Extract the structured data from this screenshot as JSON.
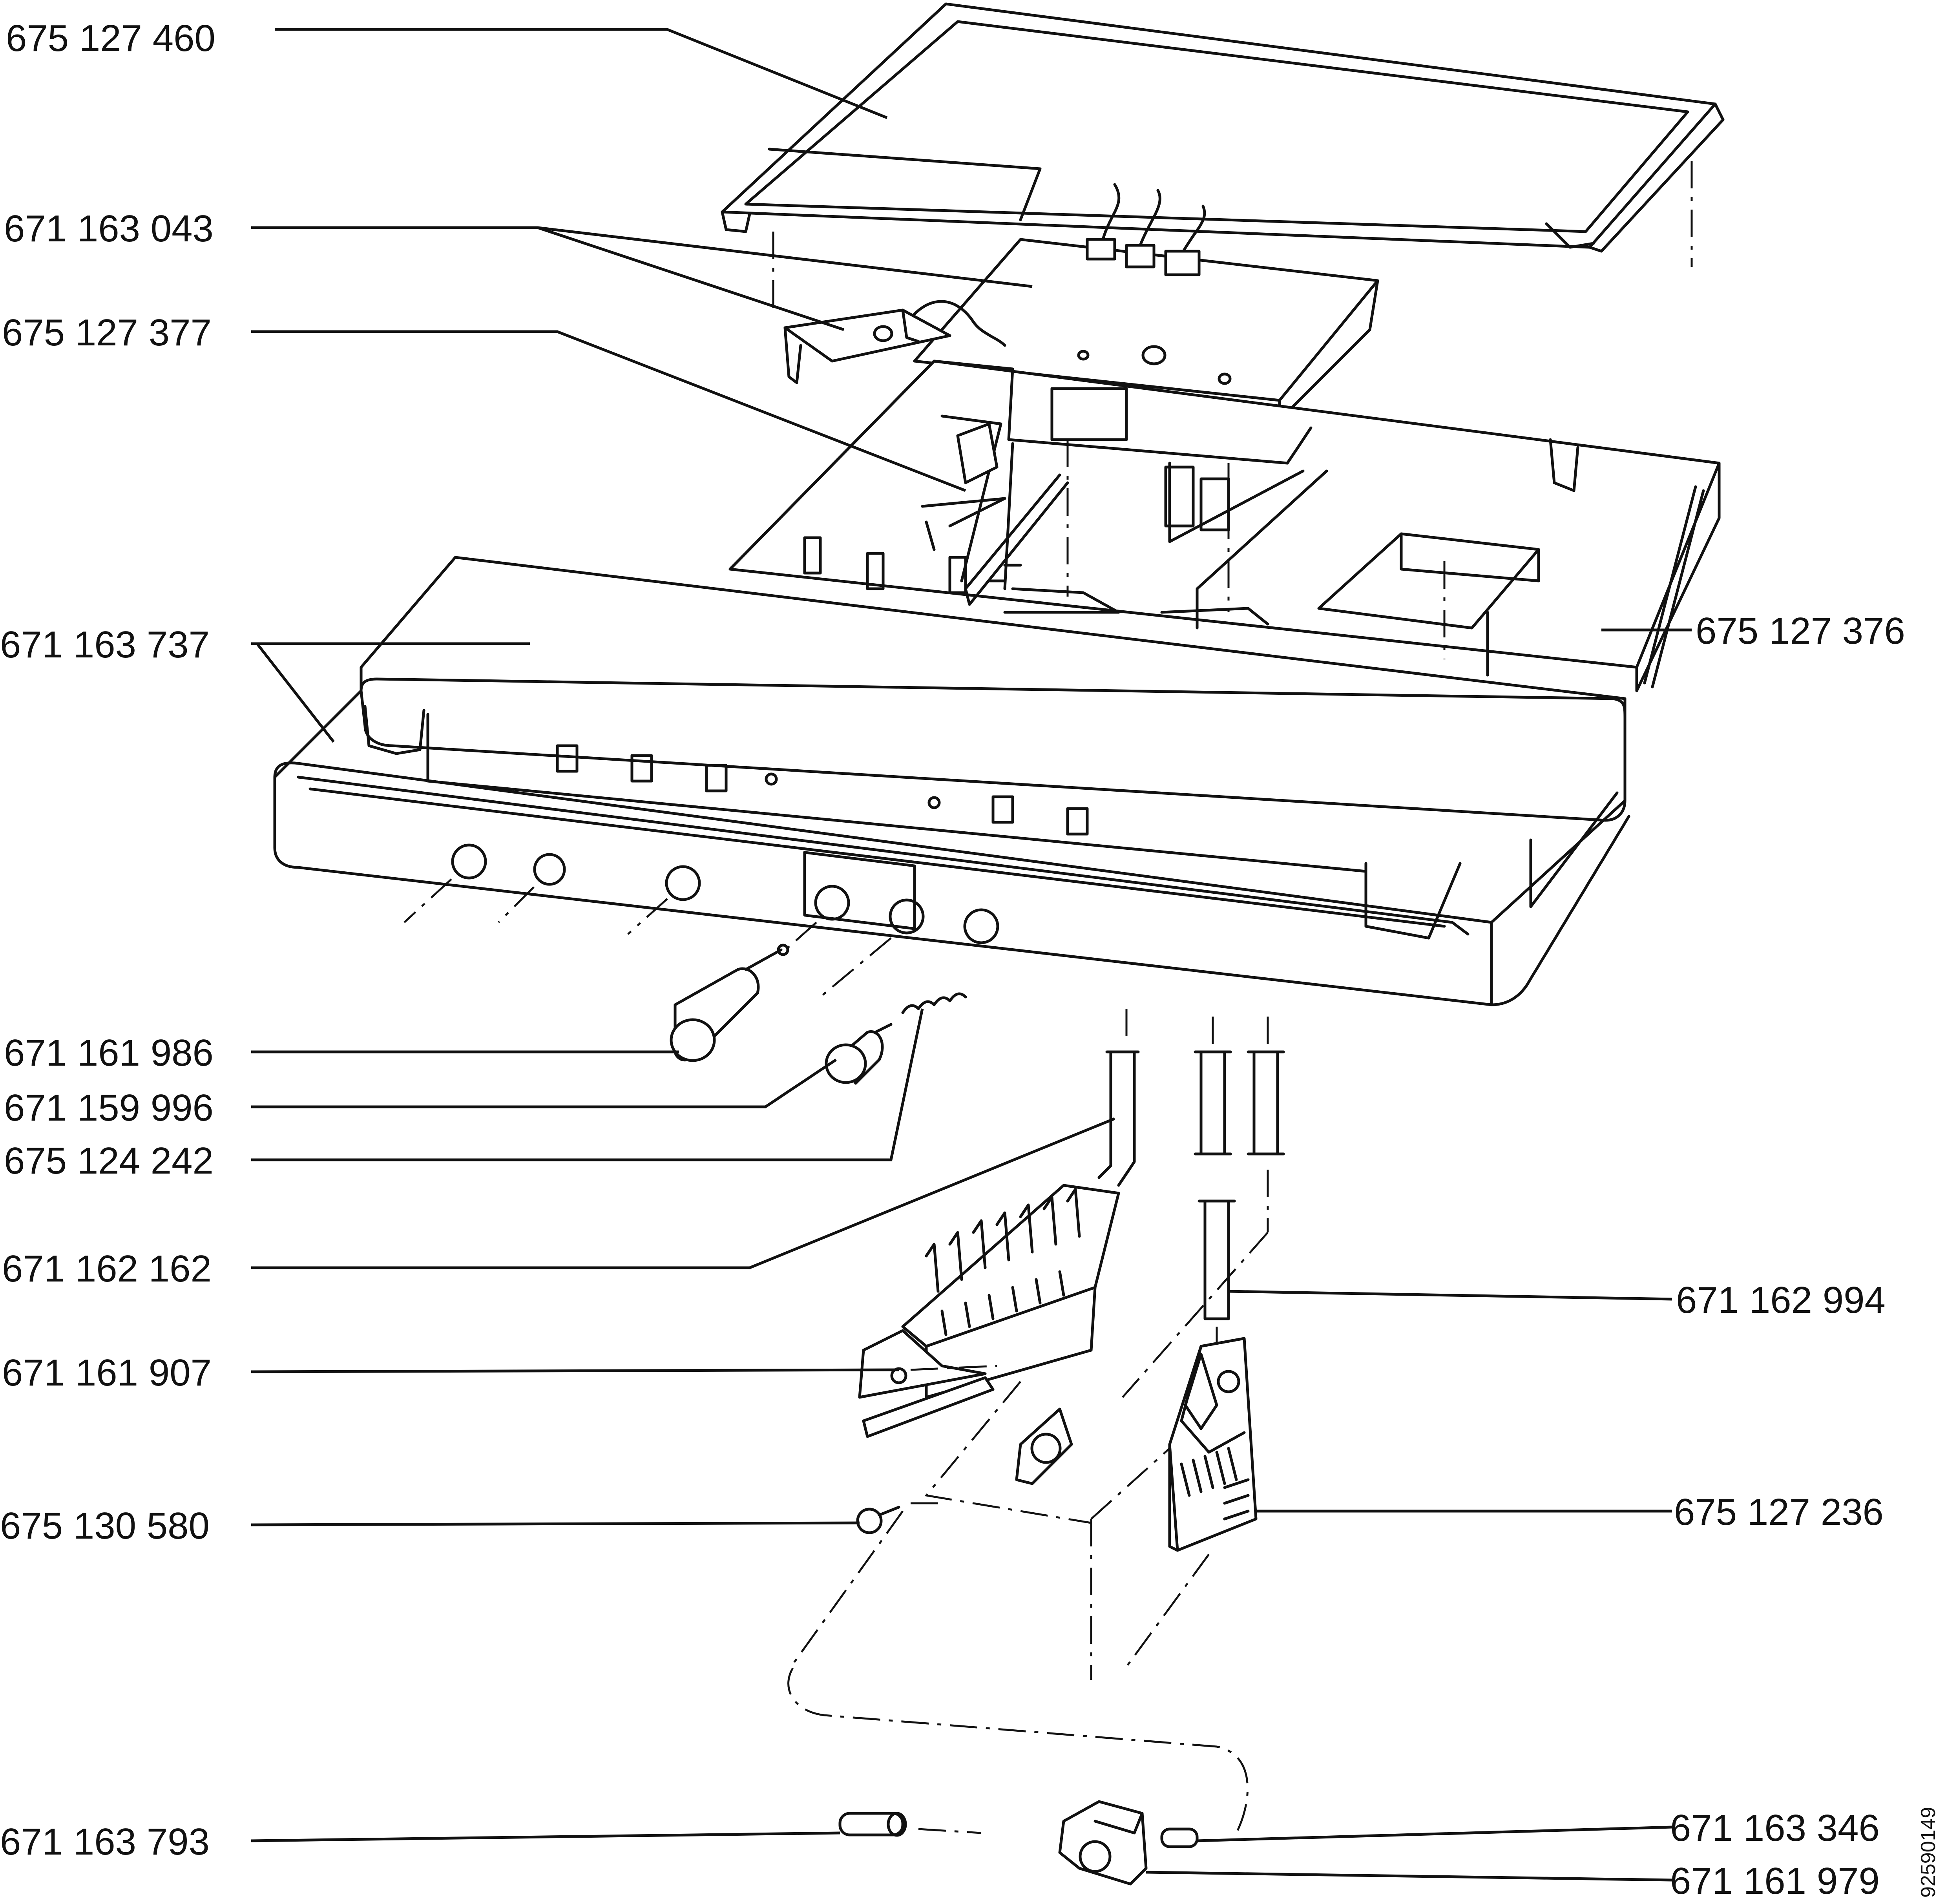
{
  "labels": {
    "p675127460": "675 127 460",
    "p671163043": "671 163 043",
    "p675127377": "675 127 377",
    "p671163737": "671 163 737",
    "p675127376": "675 127 376",
    "p671161986": "671 161 986",
    "p671159996": "671 159 996",
    "p675124242": "675 124 242",
    "p671162162": "671 162 162",
    "p671162994": "671 162 994",
    "p671161907": "671 161 907",
    "p675130580": "675 130 580",
    "p675127236": "675 127 236",
    "p671163793": "671 163 793",
    "p671163346": "671 163 346",
    "p671161979": "671 161 979"
  },
  "drawing_code": "92590149"
}
